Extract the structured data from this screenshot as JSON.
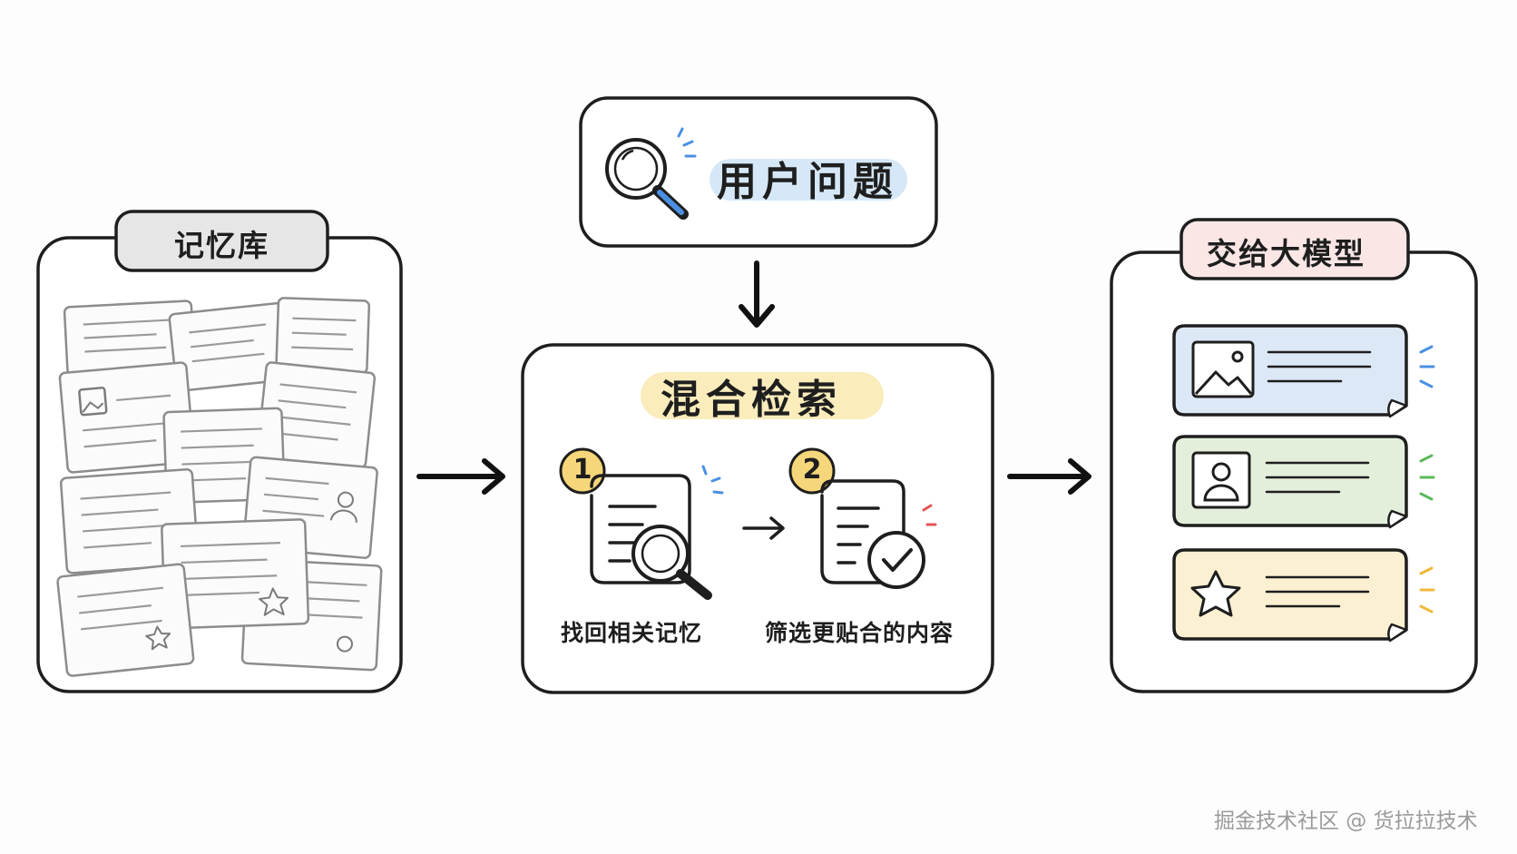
{
  "memory_store": {
    "label": "记忆库"
  },
  "user_question": {
    "label": "用户问题"
  },
  "hybrid_search": {
    "title": "混合检索",
    "steps": [
      {
        "number": "1",
        "label": "找回相关记忆"
      },
      {
        "number": "2",
        "label": "筛选更贴合的内容"
      }
    ]
  },
  "llm_output": {
    "label": "交给大模型"
  },
  "watermark": "掘金技术社区 @ 货拉拉技术",
  "colors": {
    "ink": "#1e1e1e",
    "question_highlight": "#d6e8f8",
    "title_highlight": "#fbecbc",
    "step_badge": "#f6d67a",
    "llm_tab": "#fbe6e6",
    "memory_tab": "#e6e6e6",
    "card_image": "#dde8f7",
    "card_user": "#e3efdb",
    "card_star": "#fbf0d2",
    "accent_blue": "#4a90e2",
    "accent_red": "#e25555",
    "accent_green": "#5cb85c",
    "accent_yellow": "#f0b93a"
  },
  "icons": [
    "magnifier-icon",
    "document-search-icon",
    "document-check-icon",
    "image-icon",
    "user-icon",
    "star-icon"
  ]
}
